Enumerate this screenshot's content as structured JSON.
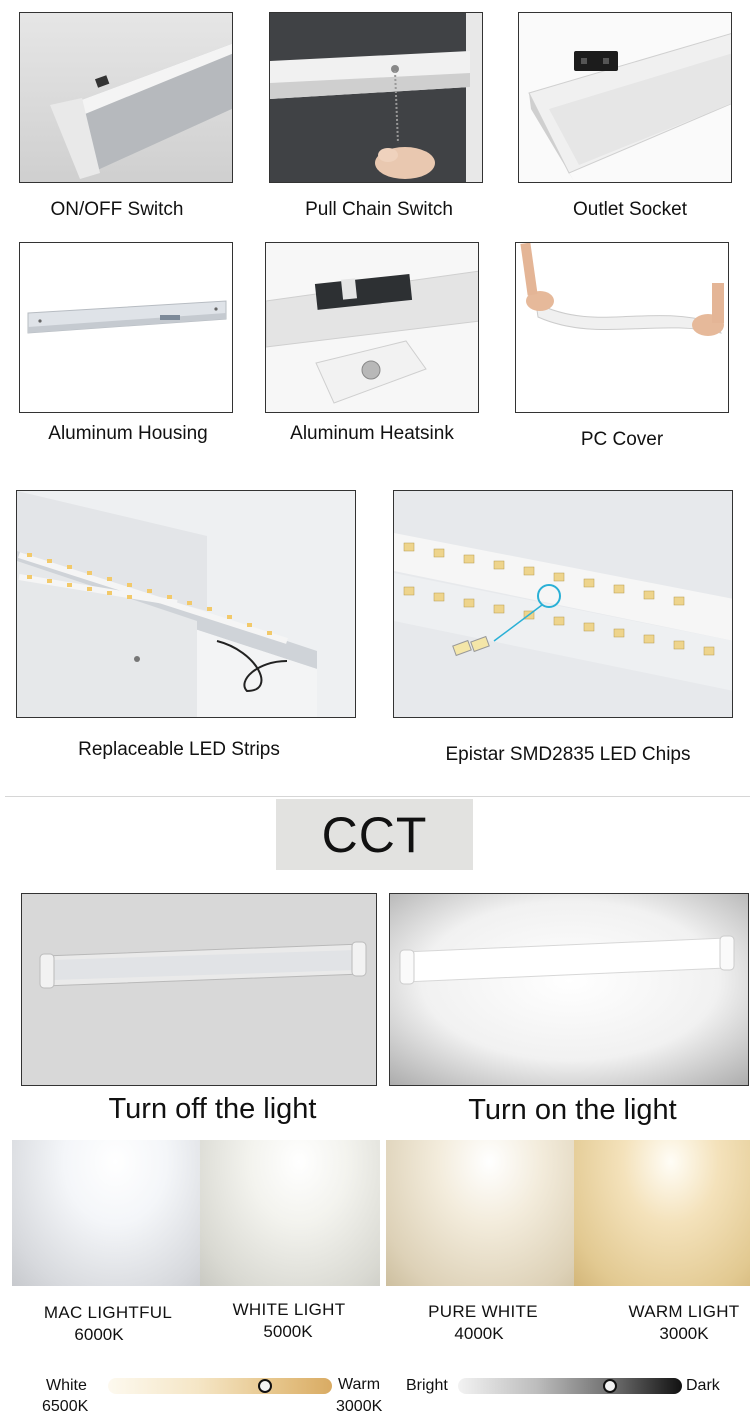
{
  "features": [
    {
      "caption": "ON/OFF Switch",
      "image": "led-bar-with-rocker-switch"
    },
    {
      "caption": "Pull Chain Switch",
      "image": "hand-pulling-chain"
    },
    {
      "caption": "Outlet Socket",
      "image": "led-bar-with-outlet"
    },
    {
      "caption": "Aluminum Housing",
      "image": "aluminum-housing-bar"
    },
    {
      "caption": "Aluminum Heatsink",
      "image": "heatsink-plate"
    },
    {
      "caption": "PC Cover",
      "image": "hands-bending-pc-cover"
    },
    {
      "caption": "Replaceable LED Strips",
      "image": "led-strips-in-housing"
    },
    {
      "caption": "Epistar SMD2835 LED Chips",
      "image": "led-chips-closeup"
    }
  ],
  "cct": {
    "title": "CCT",
    "off_caption": "Turn off the light",
    "on_caption": "Turn on the light"
  },
  "temperatures": [
    {
      "name": "MAC LIGHTFUL",
      "value": "6000K",
      "color": "#f2f4f7"
    },
    {
      "name": "WHITE LIGHT",
      "value": "5000K",
      "color": "#f3f3ef"
    },
    {
      "name": "PURE WHITE",
      "value": "4000K",
      "color": "#f1ead9"
    },
    {
      "name": "WARM LIGHT",
      "value": "3000K",
      "color": "#efdcb4"
    }
  ],
  "scales": {
    "color": {
      "left_label": "White",
      "left_value": "6500K",
      "right_label": "Warm",
      "right_value": "3000K",
      "knob_level": 0.7
    },
    "brightness": {
      "left_label": "Bright",
      "right_label": "Dark",
      "knob_level": 0.68
    }
  }
}
